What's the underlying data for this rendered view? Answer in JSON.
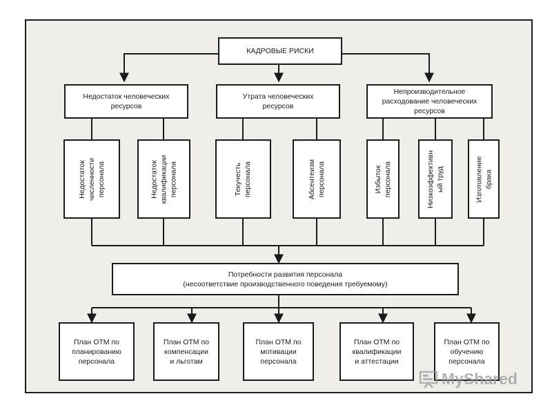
{
  "root": "КАДРОВЫЕ РИСКИ",
  "categories": [
    "Недостаток человеческих\nресурсов",
    "Утрата человеческих\nресурсов",
    "Непроизводительное\nрасходование человеческих\nресурсов"
  ],
  "risks": [
    "Недостаток\nчисленности\nперсонала",
    "Недостаток\nквалификации\nперсонала",
    "Текучесть\nперсонала",
    "Абсентеизм\nперсонала",
    "Избыток\nперсонала",
    "Низкоэффективн\nый труд",
    "Изготовление\nбрака"
  ],
  "needs": "Потребности развития персонала\n(несоответствие производственного поведения требуемому)",
  "plans": [
    "План ОТМ по\nпланированию\nперсонала",
    "План ОТМ по\nкомпенсации\nи льготам",
    "План ОТМ по\nмотивации\nперсонала",
    "План ОТМ по\nквалификации\nи аттестации",
    "План ОТМ по\nобучению\nперсонала"
  ],
  "watermark": "MyShared",
  "colors": {
    "border": "#1a1a1a",
    "panel": "#efeeea",
    "box": "#ffffff"
  }
}
